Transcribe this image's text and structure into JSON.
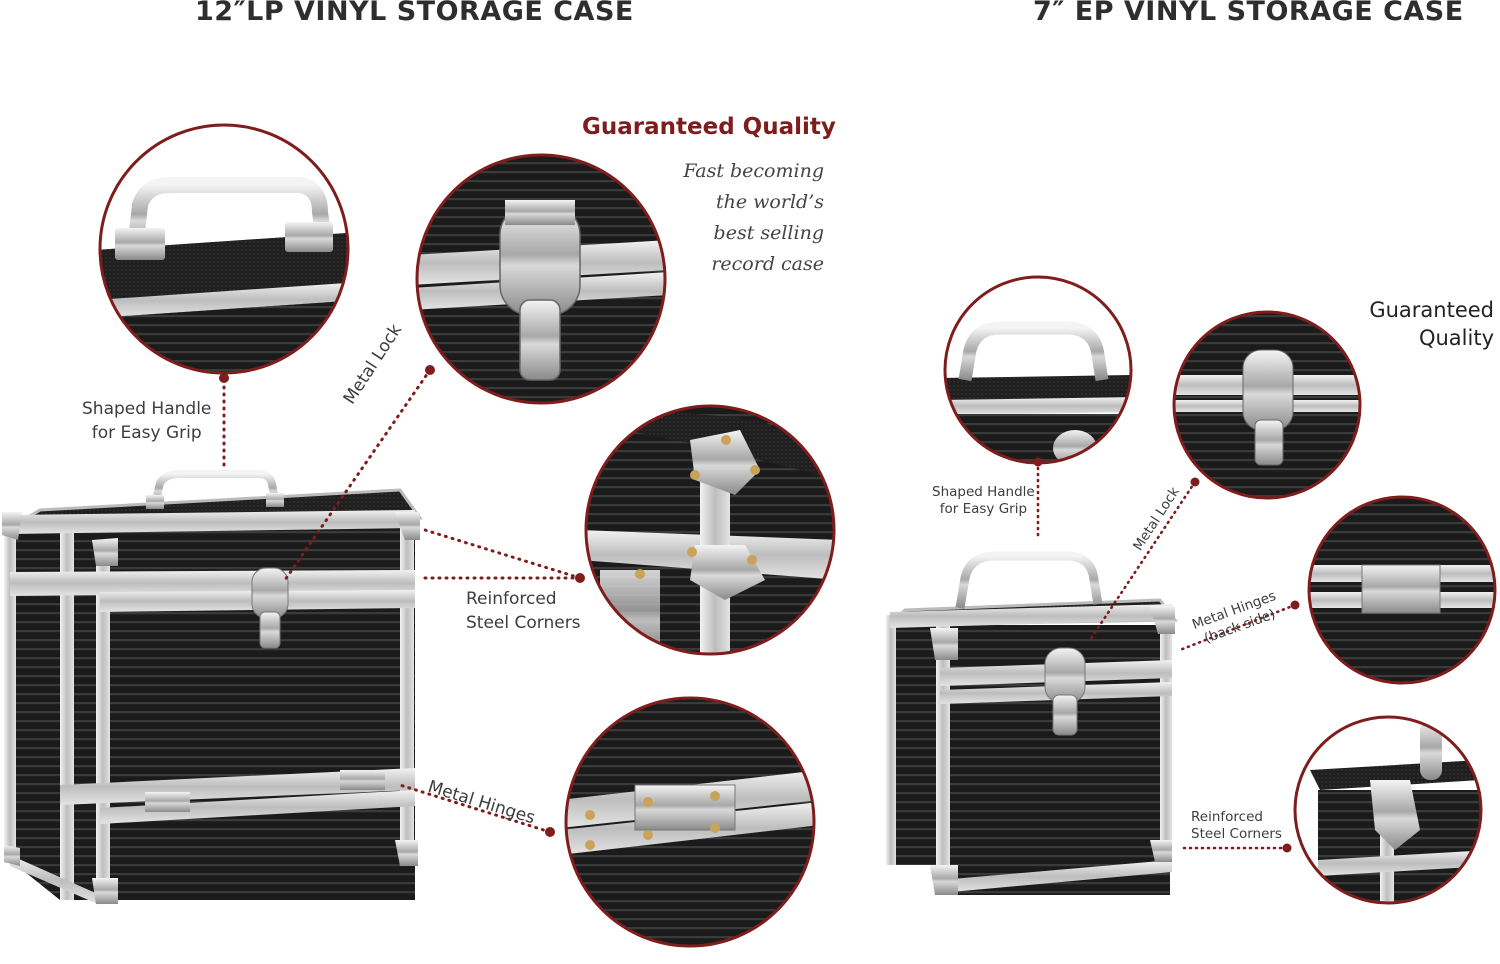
{
  "left": {
    "title": "12″LP VINYL STORAGE CASE",
    "quality_heading": "Guaranteed Quality",
    "tagline": [
      "Fast becoming",
      "the world’s",
      "best selling",
      "record case"
    ],
    "callouts": {
      "handle": [
        "Shaped Handle",
        "for Easy Grip"
      ],
      "lock": "Metal Lock",
      "corners": [
        "Reinforced",
        "Steel Corners"
      ],
      "hinges": "Metal Hinges"
    }
  },
  "right": {
    "title": "7″ EP VINYL STORAGE CASE",
    "quality_heading": [
      "Guaranteed",
      "Quality"
    ],
    "callouts": {
      "handle": [
        "Shaped Handle",
        "for Easy Grip"
      ],
      "lock": "Metal Lock",
      "hinges": [
        "Metal Hinges",
        "(back side)"
      ],
      "corners": [
        "Reinforced",
        "Steel Corners"
      ]
    }
  },
  "colors": {
    "accent": "#7f1d1d",
    "case": "#1c1c1c",
    "trim": "#c9c9c9"
  }
}
